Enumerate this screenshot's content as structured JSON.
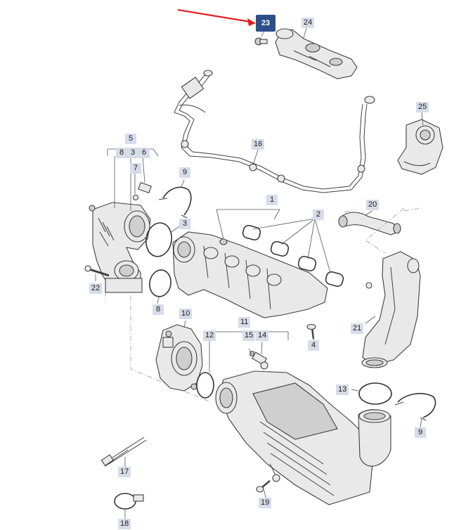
{
  "diagram": {
    "highlighted_part": "23",
    "accent_color": "#2c4f8a",
    "label_bg_color": "#d6dde9",
    "arrow_color": "#e02020",
    "labels": [
      "23",
      "24",
      "25",
      "16",
      "5",
      "8",
      "3",
      "6",
      "7",
      "9",
      "1",
      "2",
      "20",
      "3",
      "22",
      "8",
      "10",
      "11",
      "12",
      "15",
      "14",
      "4",
      "21",
      "13",
      "9",
      "17",
      "19",
      "18"
    ]
  }
}
